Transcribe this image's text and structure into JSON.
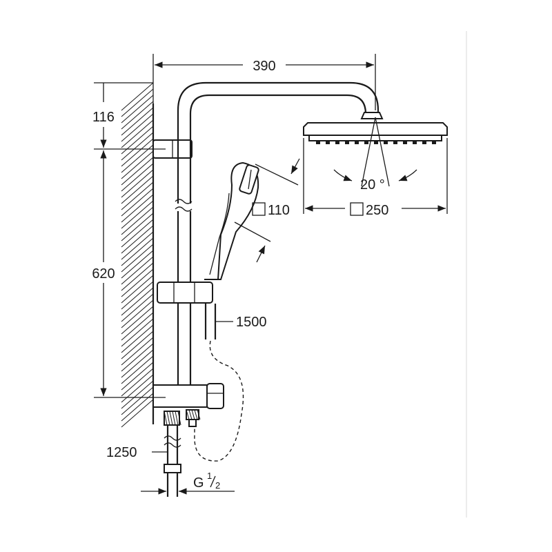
{
  "dimensions": {
    "arm_reach": "390",
    "wall_to_bracket": "116",
    "rail_height": "620",
    "hose_length": "1500",
    "supply_hose_length": "1250",
    "head_angle": "20 °",
    "handshower_size": "110",
    "overhead_size": "250",
    "thread_label": "G",
    "thread_num": "1",
    "thread_den": "2"
  },
  "icons": {
    "square_size": "square-size-icon"
  }
}
